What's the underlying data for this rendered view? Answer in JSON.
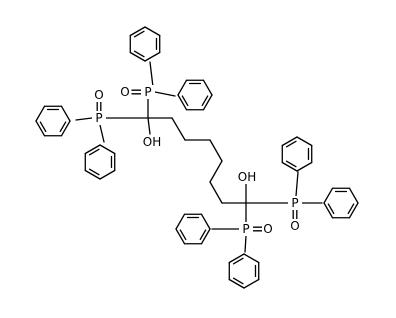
{
  "structure": {
    "atoms": {
      "P": "P",
      "O": "O",
      "OH": "OH"
    }
  }
}
